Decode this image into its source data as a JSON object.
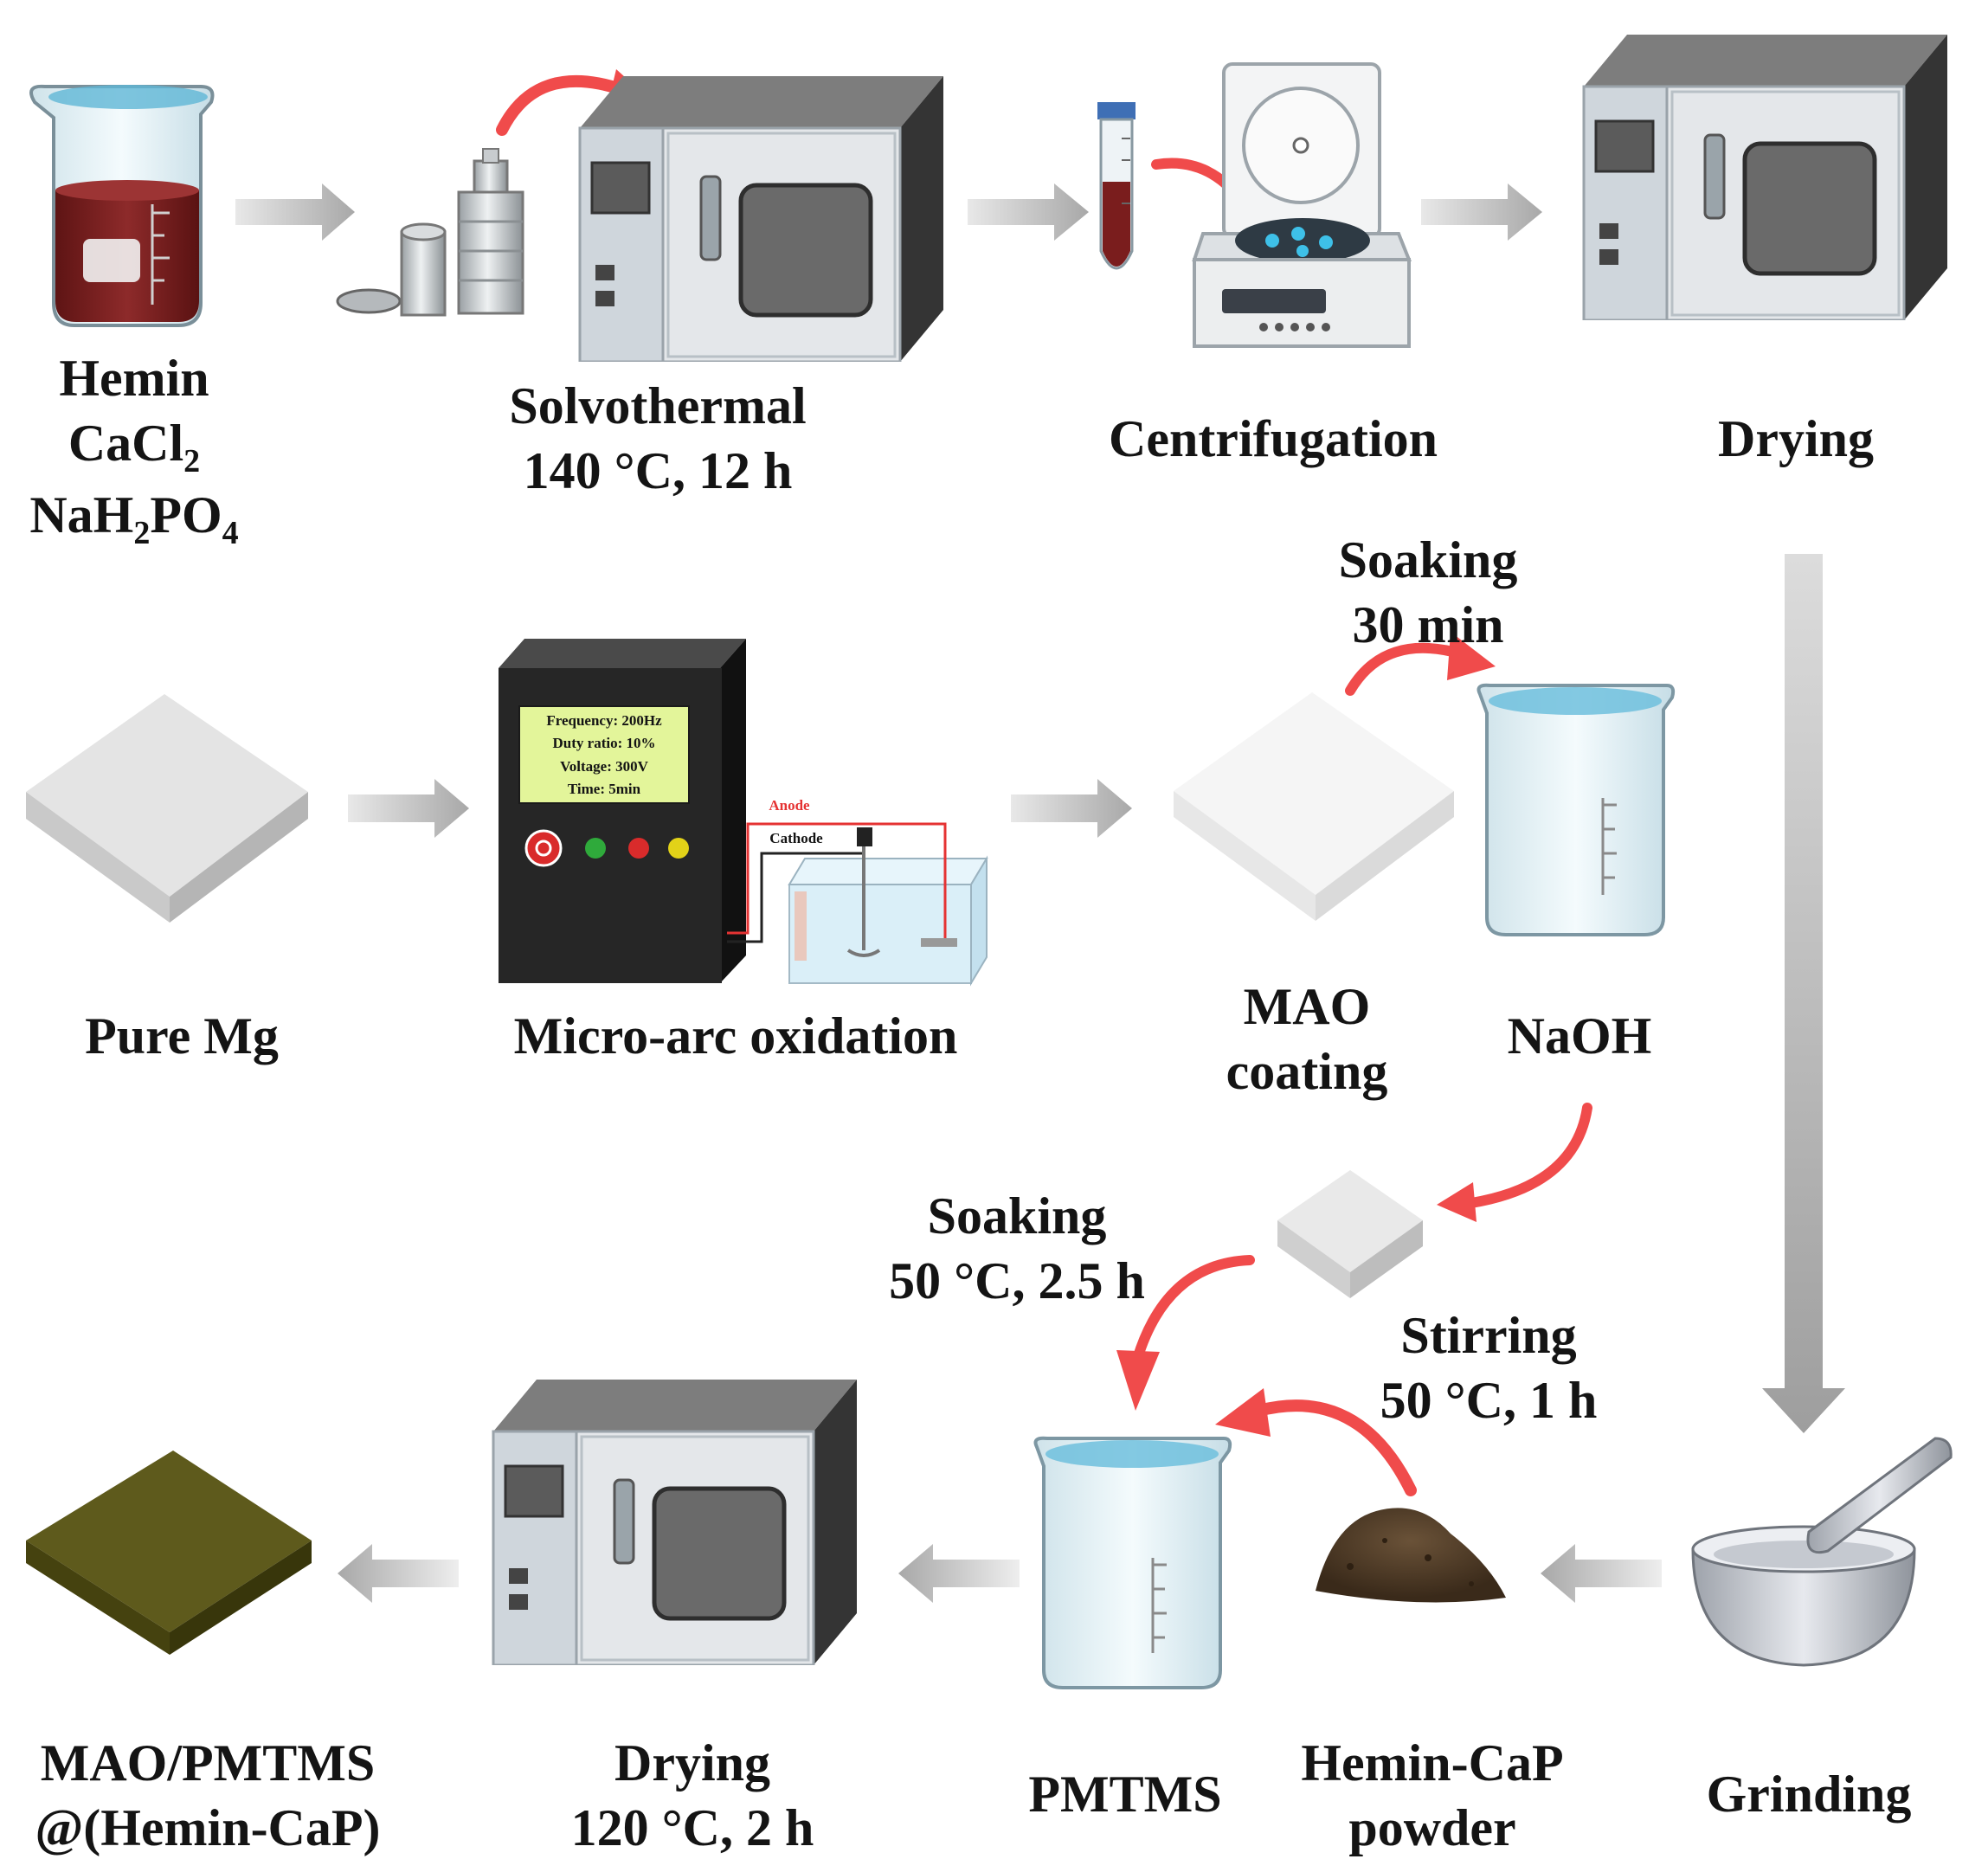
{
  "colors": {
    "arrow_gray": "#b9b9b9",
    "curved_arrow_red": "#f04b4b",
    "solution_red": "#7a1d1d",
    "liquid_blue": "#7ec8e3",
    "oven_body": "#e6e8ea",
    "oven_side": "#3a3a3a",
    "coating_olive": "#5e5a1c",
    "mao_panel_green": "#e3f59a"
  },
  "labels": {
    "reagents": {
      "line1": "Hemin",
      "line2": "CaCl",
      "line2_sub": "2",
      "line3a": "NaH",
      "line3_sub1": "2",
      "line3b": "PO",
      "line3_sub2": "4"
    },
    "solvothermal": {
      "line1": "Solvothermal",
      "line2": "140 °C, 12 h"
    },
    "centrifugation": "Centrifugation",
    "drying_top": "Drying",
    "soaking_naoh": {
      "line1": "Soaking",
      "line2": "30 min"
    },
    "pure_mg": "Pure Mg",
    "micro_arc": "Micro-arc oxidation",
    "mao_coating": {
      "line1": "MAO",
      "line2": "coating"
    },
    "naoh": "NaOH",
    "soaking_pmtms": {
      "line1": "Soaking",
      "line2": "50 °C, 2.5 h"
    },
    "stirring": {
      "line1": "Stirring",
      "line2": "50 °C, 1 h"
    },
    "final_product": {
      "line1": "MAO/PMTMS",
      "line2": "@(Hemin-CaP)"
    },
    "drying_bottom": {
      "line1": "Drying",
      "line2": "120 °C, 2 h"
    },
    "pmtms": "PMTMS",
    "hemin_cap_powder": {
      "line1": "Hemin-CaP",
      "line2": "powder"
    },
    "grinding": "Grinding"
  },
  "mao_device": {
    "screen": [
      "Frequency: 200Hz",
      "Duty ratio: 10%",
      "Voltage: 300V",
      "Time: 5min"
    ],
    "anode": "Anode",
    "cathode": "Cathode"
  }
}
